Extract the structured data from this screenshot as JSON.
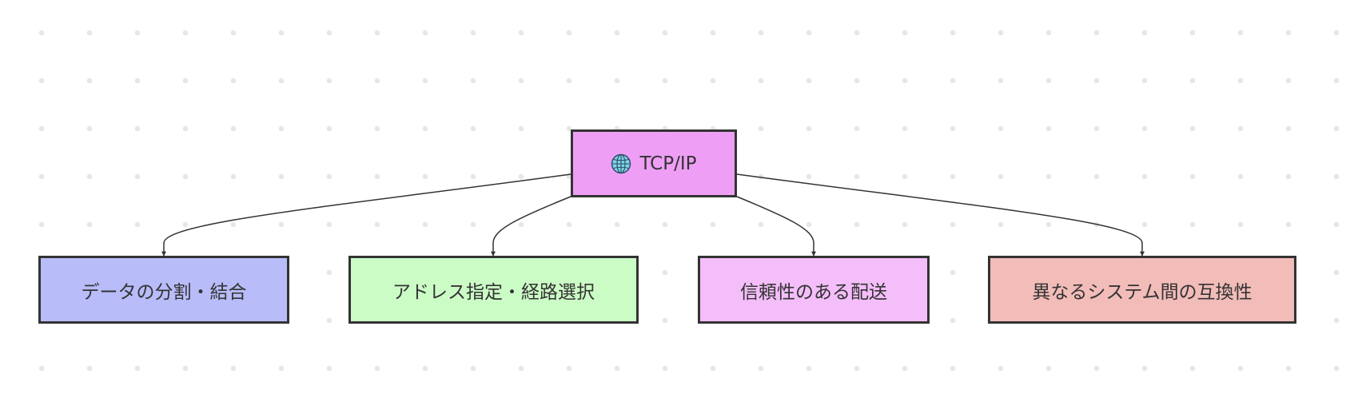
{
  "diagram": {
    "root": {
      "label": "TCP/IP",
      "icon": "globe-icon",
      "color": "#ee9ff5"
    },
    "children": [
      {
        "label": "データの分割・結合",
        "color": "#b8bcf9"
      },
      {
        "label": "アドレス指定・経路選択",
        "color": "#ccfcc6"
      },
      {
        "label": "信頼性のある配送",
        "color": "#f4befa"
      },
      {
        "label": "異なるシステム間の互換性",
        "color": "#f2bcb9"
      }
    ],
    "colors": {
      "border": "#333333",
      "edge": "#333333",
      "text": "#333333",
      "dot": "#e6e6e6"
    }
  }
}
